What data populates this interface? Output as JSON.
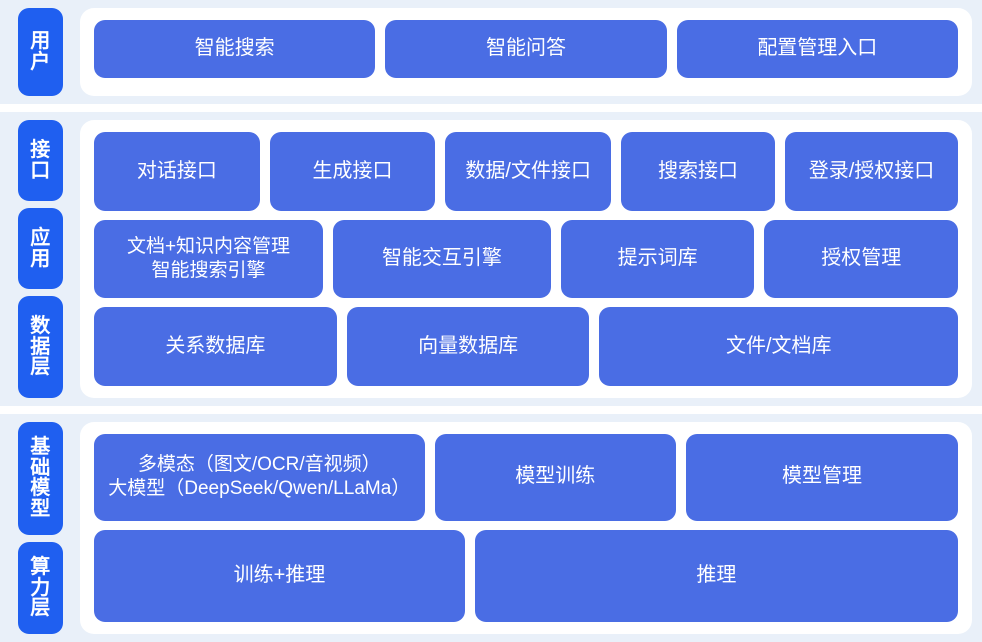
{
  "colors": {
    "page_background": "#ffffff",
    "band_background": "#e9f0f9",
    "panel_background": "#ffffff",
    "label_chip": "#1f5ff0",
    "content_box": "#4a6de4",
    "text_on_blue": "#ffffff"
  },
  "sections": [
    {
      "id": "user",
      "labels": [
        {
          "text": "用户"
        }
      ],
      "rows": [
        {
          "boxes": [
            {
              "label": "智能搜索",
              "flex": 1
            },
            {
              "label": "智能问答",
              "flex": 1
            },
            {
              "label": "配置管理入口",
              "flex": 1
            }
          ]
        }
      ]
    },
    {
      "id": "middle",
      "labels": [
        {
          "text": "接口"
        },
        {
          "text": "应用"
        },
        {
          "text": "数据层"
        }
      ],
      "rows": [
        {
          "boxes": [
            {
              "label": "对话接口",
              "flex": 1
            },
            {
              "label": "生成接口",
              "flex": 1
            },
            {
              "label": "数据/文件接口",
              "flex": 1
            },
            {
              "label": "搜索接口",
              "flex": 0.92
            },
            {
              "label": "登录/授权接口",
              "flex": 1.05
            }
          ]
        },
        {
          "boxes": [
            {
              "label": "文档+知识内容管理\n智能搜索引擎",
              "flex": 1.12,
              "two_line": true
            },
            {
              "label": "智能交互引擎",
              "flex": 1.06
            },
            {
              "label": "提示词库",
              "flex": 0.93
            },
            {
              "label": "授权管理",
              "flex": 0.93
            }
          ]
        },
        {
          "boxes": [
            {
              "label": "关系数据库",
              "flex": 1
            },
            {
              "label": "向量数据库",
              "flex": 1
            },
            {
              "label": "文件/文档库",
              "flex": 1.52
            }
          ]
        }
      ]
    },
    {
      "id": "base",
      "labels": [
        {
          "text": "基础模型"
        },
        {
          "text": "算力层"
        }
      ],
      "rows": [
        {
          "boxes": [
            {
              "label": "多模态（图文/OCR/音视频）\n大模型（DeepSeek/Qwen/LLaMa）",
              "flex": 1.22,
              "two_line": true
            },
            {
              "label": "模型训练",
              "flex": 0.87
            },
            {
              "label": "模型管理",
              "flex": 0.99
            }
          ]
        },
        {
          "boxes": [
            {
              "label": "训练+推理",
              "flex": 1
            },
            {
              "label": "推理",
              "flex": 1.32
            }
          ]
        }
      ]
    }
  ]
}
